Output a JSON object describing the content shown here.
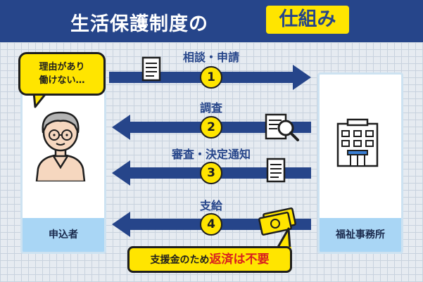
{
  "header": {
    "title_main": "生活保護制度の",
    "title_highlight": "仕組み"
  },
  "applicant": {
    "bubble_line1": "理由があり",
    "bubble_line2": "働けない…",
    "label": "申込者"
  },
  "office": {
    "label": "福祉事務所"
  },
  "steps": [
    {
      "number": "1",
      "label": "相談・申請",
      "direction": "right",
      "icon": "document-icon"
    },
    {
      "number": "2",
      "label": "調査",
      "direction": "left",
      "icon": "magnifier-document-icon"
    },
    {
      "number": "3",
      "label": "審査・決定通知",
      "direction": "left",
      "icon": "notice-document-icon"
    },
    {
      "number": "4",
      "label": "支給",
      "direction": "left",
      "icon": "money-icon"
    }
  ],
  "callout": {
    "text_plain": "支援金のため",
    "text_emphasis": "返済は不要"
  },
  "colors": {
    "navy": "#26458a",
    "yellow": "#ffe500",
    "light_blue": "#a9d6f5",
    "red": "#d91f1f"
  }
}
